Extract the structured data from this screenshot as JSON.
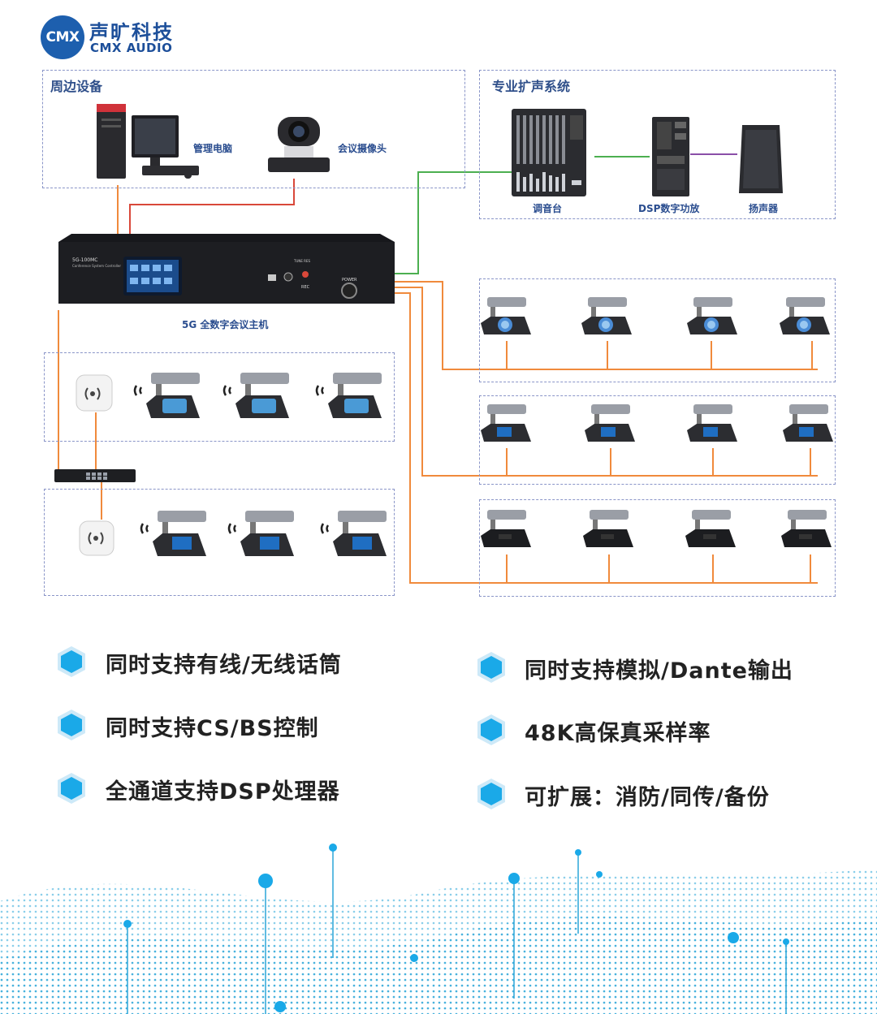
{
  "brand": {
    "logo_text": "CMX",
    "name_cn": "声旷科技",
    "name_en": "CMX AUDIO"
  },
  "sections": {
    "peripheral": {
      "title": "周边设备",
      "items": [
        "管理电脑",
        "会议摄像头"
      ]
    },
    "pro_audio": {
      "title": "专业扩声系统",
      "items": [
        "调音台",
        "DSP数字功放",
        "扬声器"
      ]
    }
  },
  "host": {
    "label": "5G 全数字会议主机",
    "model": "5G-100MC",
    "subtitle": "Conference System Controller",
    "power_label": "POWER",
    "rec_label": "REC",
    "top_label": "TUNE RES"
  },
  "features": {
    "left": [
      "同时支持有线/无线话筒",
      "同时支持CS/BS控制",
      "全通道支持DSP处理器"
    ],
    "right": [
      "同时支持模拟/Dante输出",
      "48K高保真采样率",
      "可扩展：消防/同传/备份"
    ]
  },
  "colors": {
    "brand": "#1d5fae",
    "cable_orange": "#f08a3c",
    "cable_green": "#4caf50",
    "cable_purple": "#8a4fa8",
    "cable_red": "#d9483a",
    "dash_border": "#8a95c8",
    "hex_icon": "#1aa9e8"
  }
}
